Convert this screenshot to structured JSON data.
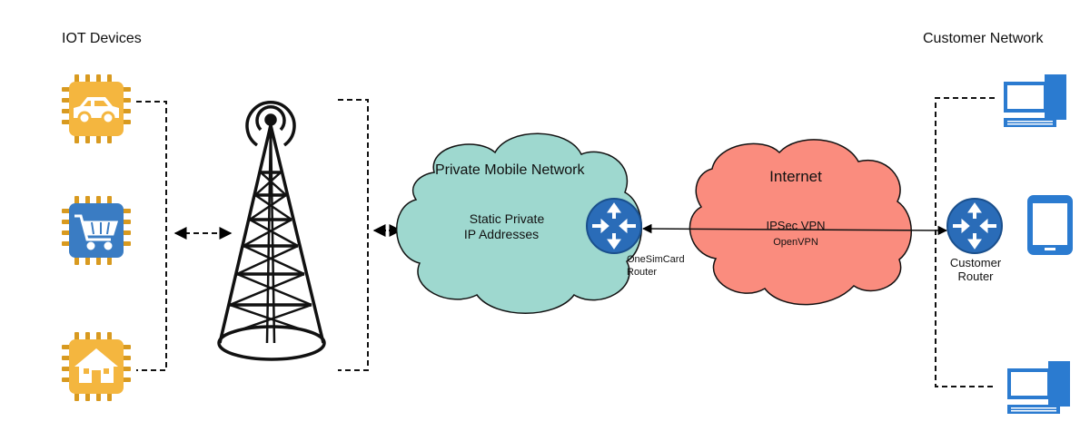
{
  "headings": {
    "iot_devices": "IOT Devices",
    "customer_network": "Customer Network"
  },
  "clouds": {
    "private_network": {
      "title": "Private Mobile Network",
      "line1": "Static Private",
      "line2": "IP Addresses",
      "color": "#9ed8cf"
    },
    "internet": {
      "title": "Internet",
      "color": "#fa8c7e"
    }
  },
  "routers": {
    "onesimcard": {
      "line1": "OneSimCard",
      "line2": "Router"
    },
    "customer": {
      "line1": "Customer",
      "line2": "Router"
    }
  },
  "tunnel": {
    "line1": "IPSec VPN",
    "line2": "OpenVPN"
  },
  "devices": [
    {
      "icon": "car-icon"
    },
    {
      "icon": "shopping-cart-icon"
    },
    {
      "icon": "house-icon"
    }
  ],
  "customer_devices": [
    {
      "icon": "desktop-computer-icon"
    },
    {
      "icon": "tablet-icon"
    },
    {
      "icon": "desktop-computer-icon"
    }
  ],
  "colors": {
    "chip_yellow": "#f4b63f",
    "chip_blue": "#3a7cc3",
    "router_blue": "#2a6cb8",
    "device_blue": "#2b7bd0"
  }
}
